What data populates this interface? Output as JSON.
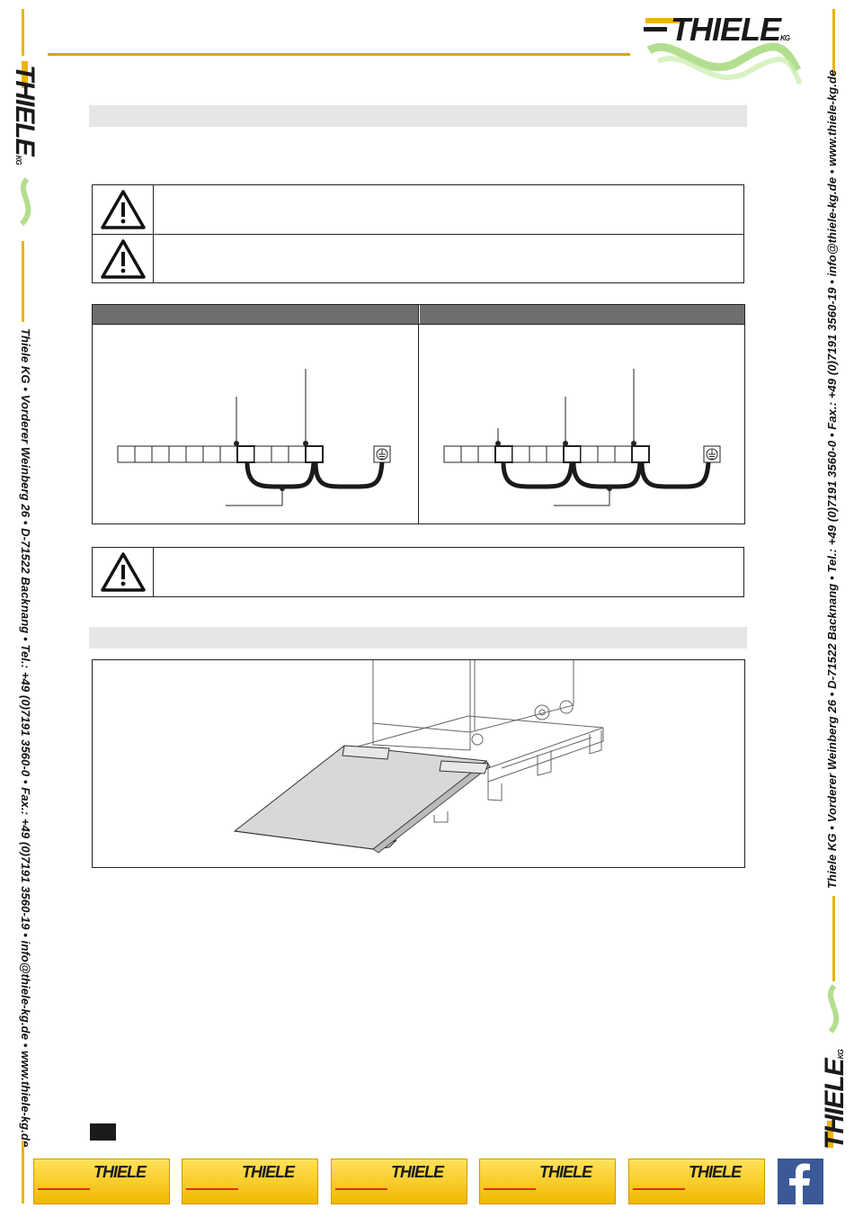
{
  "brand": {
    "name": "THIELE",
    "suffix": "KG"
  },
  "contact_left": "Thiele KG • Vorderer Weinberg 26 • D-71522 Backnang • Tel.: +49 (0)7191 3560-0 • Fax.: +49 (0)7191 3560-19 • info@thiele-kg.de • www.thiele-kg.de",
  "contact_right": "Thiele KG • Vorderer Weinberg 26 • D-71522 Backnang • Tel.: +49 (0)7191 3560-0 • Fax.: +49 (0)7191 3560-19 • info@thiele-kg.de • www.thiele-kg.de",
  "colors": {
    "accent": "#e8b400",
    "section_bar": "#e6e6e6",
    "table_header": "#6e6e6e",
    "facebook": "#3b5998"
  },
  "icons": [
    "warning-triangle-icon",
    "ground-terminal-icon",
    "facebook-icon",
    "thiele-logo-icon"
  ],
  "footer": {
    "tiles": [
      "THIELE",
      "THIELE",
      "THIELE",
      "THIELE",
      "THIELE"
    ]
  }
}
